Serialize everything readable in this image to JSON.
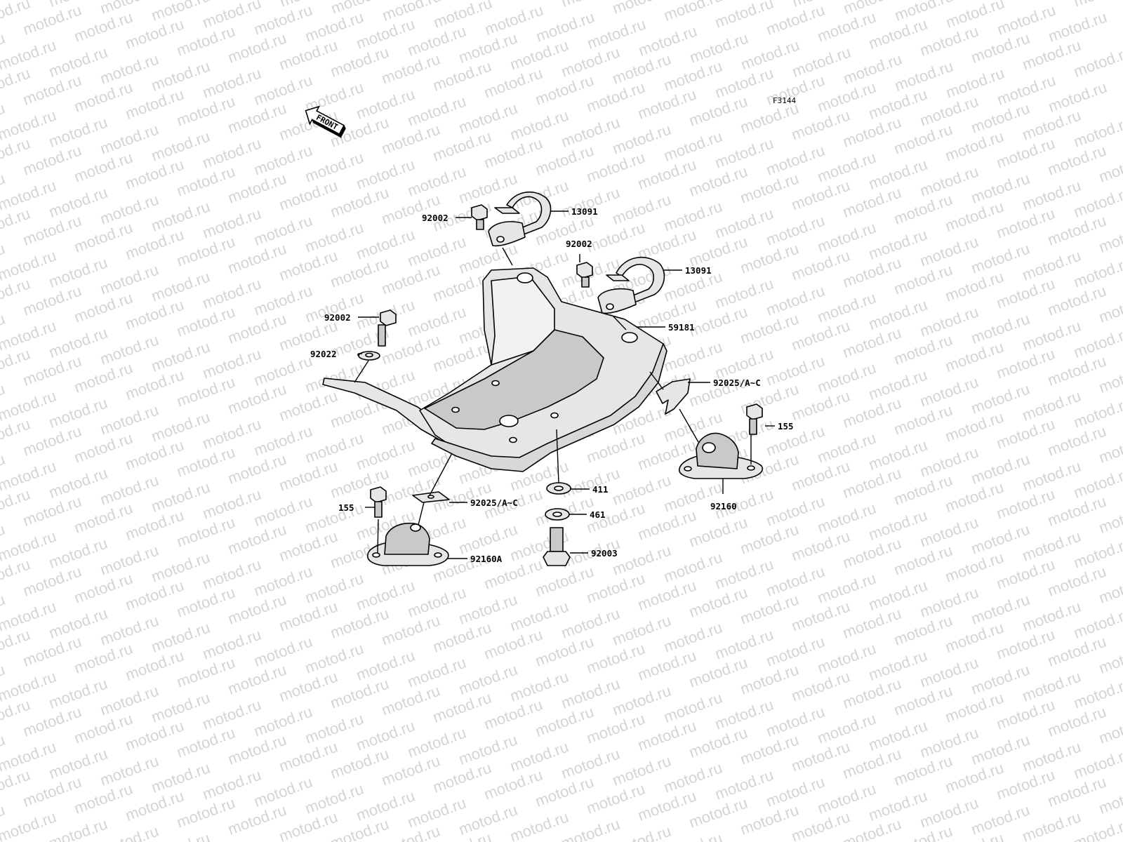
{
  "watermark": "motod.ru",
  "figure_code": "F3144",
  "front_label": "FRONT",
  "labels": {
    "clamp_top": "13091",
    "clamp_right": "13091",
    "bolt_clamp_top": "92002",
    "bolt_clamp_right": "92002",
    "bolt_left": "92002",
    "washer_left": "92022",
    "frame": "59181",
    "spacer_right": "92025/A~C",
    "spacer_left": "92025/A~C",
    "bolt_right": "155",
    "bolt_lower_left": "155",
    "mount_right": "92160",
    "mount_left": "92160A",
    "washer_411": "411",
    "washer_461": "461",
    "bolt_bottom": "92003"
  }
}
